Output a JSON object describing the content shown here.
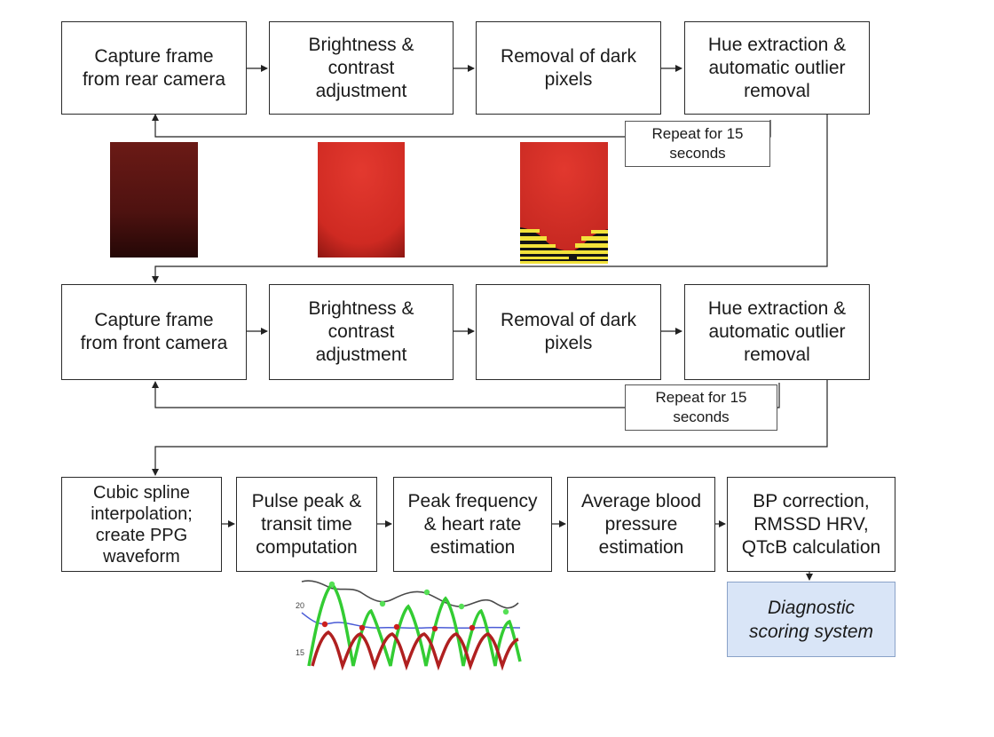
{
  "row1": {
    "boxes": [
      "Capture frame\nfrom rear camera",
      "Brightness &\ncontrast\nadjustment",
      "Removal of dark\npixels",
      "Hue extraction &\nautomatic outlier\nremoval"
    ],
    "repeat": "Repeat for 15\nseconds"
  },
  "row2": {
    "boxes": [
      "Capture frame\nfrom front camera",
      "Brightness &\ncontrast\nadjustment",
      "Removal of dark\npixels",
      "Hue extraction &\nautomatic outlier\nremoval"
    ],
    "repeat": "Repeat for 15\nseconds"
  },
  "row3": {
    "boxes": [
      "Cubic spline\ninterpolation;\ncreate PPG\nwaveform",
      "Pulse peak &\ntransit time\ncomputation",
      "Peak frequency\n& heart rate\nestimation",
      "Average blood\npressure\nestimation",
      "BP correction,\nRMSSD HRV,\nQTcB calculation"
    ]
  },
  "diagnostic": "Diagnostic\nscoring system",
  "thumbnails": {
    "raw_color": "#5a1212",
    "adjusted_color": "#e0332b",
    "filtered_color": "#d9302a",
    "mask_color": "#f2e23a"
  },
  "waveform": {
    "tick_labels": [
      "20",
      "15"
    ],
    "colors": {
      "gray": "#4a4a4a",
      "blue": "#4a5bd6",
      "green": "#33cc33",
      "red": "#b02020",
      "dot_green": "#55e055",
      "dot_red": "#cc1f1f"
    }
  }
}
